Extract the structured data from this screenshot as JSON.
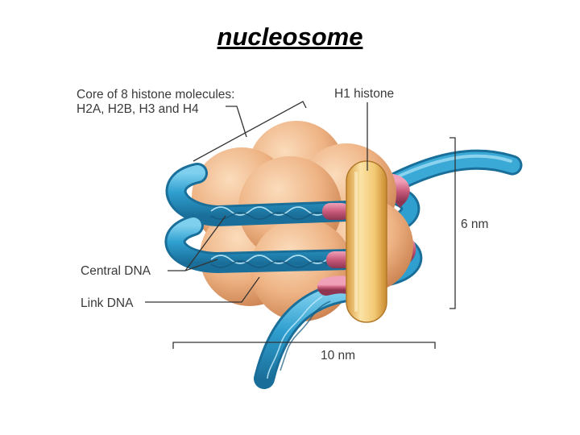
{
  "slide": {
    "title": "nucleosome"
  },
  "diagram": {
    "core_label_line1": "Core of 8 histone molecules:",
    "core_label_line2": "H2A, H2B, H3 and H4",
    "h1_label": "H1 histone",
    "central_dna_label": "Central DNA",
    "link_dna_label": "Link DNA",
    "height_label": "6 nm",
    "width_label": "10 nm"
  },
  "colors": {
    "histone_core": "#e8a877",
    "dna": "#2f9fcf",
    "dna_contact": "#c85a7a",
    "h1_histone": "#f2c873"
  }
}
